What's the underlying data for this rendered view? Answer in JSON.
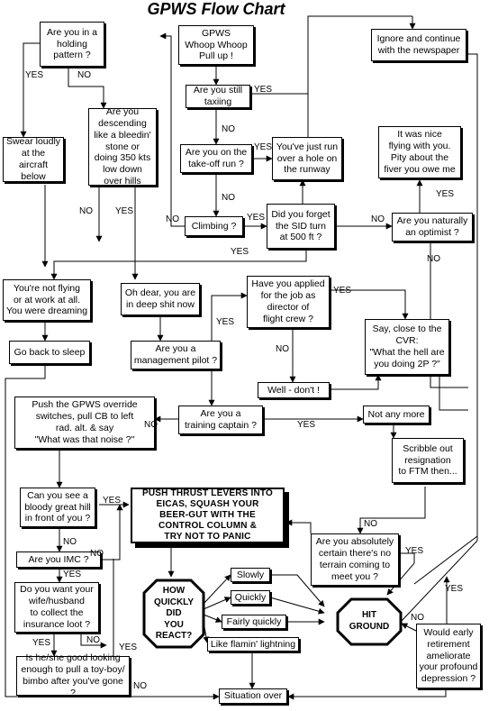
{
  "title": "GPWS Flow Chart",
  "nodes": {
    "holding": "Are you in a\nholding\npattern ?",
    "gpws": "GPWS\nWhoop Whoop\nPull up !",
    "ignore": "Ignore and continue\nwith the newspaper",
    "taxiing": "Are you still\ntaxiing",
    "descending": "Are you\ndescending\nlike a bleedin'\nstone or\ndoing 350 kts\nlow down\nover hills",
    "swear": "Swear loudly\nat the\naircraft below",
    "takeoff": "Are you on the\ntake-off run ?",
    "hole": "You've just run\nover a hole on\nthe runway",
    "nice": "It was nice\nflying with you.\nPity about the\nfiver you owe me",
    "climbing": "Climbing ?",
    "sid": "Did you forget\nthe SID turn\nat 500 ft ?",
    "optimist": "Are you naturally\nan optimist ?",
    "notflying": "You're not flying\nor at work at all.\nYou were dreaming",
    "deepshit": "Oh dear, you are\nin deep shit now",
    "applied": "Have you applied\nfor the job as\ndirector of\nflight crew ?",
    "cvr": "Say, close to the\nCVR:\n\"What the hell are\nyou doing 2P ?\"",
    "sleep": "Go back to sleep",
    "mgmt": "Are you a\nmanagement pilot ?",
    "dont": "Well - don't !",
    "override": "Push the GPWS override\nswitches, pull CB to left\nrad. alt. & say\n\"What was that noise ?\"",
    "training": "Are you a\ntraining captain ?",
    "notany": "Not any more",
    "scribble": "Scribble out\nresignation\nto FTM then...",
    "hill": "Can you see a\nbloody great hill\nin front of you ?",
    "push": "PUSH THRUST LEVERS INTO\nEICAS, SQUASH YOUR\nBEER-GUT WITH THE\nCONTROL COLUMN &\nTRY NOT TO PANIC",
    "imc": "Are you IMC ?",
    "certain": "Are you absolutely\ncertain there's no\nterrain coming to\nmeet you ?",
    "slowly": "Slowly",
    "quickly": "Quickly",
    "fairly": "Fairly quickly",
    "flamin": "Like flamin' lightning",
    "wife": "Do you want your\nwife/husband\nto collect the\ninsurance loot ?",
    "hq": "HOW\nQUICKLY\nDID\nYOU\nREACT?",
    "hit": "HIT\nGROUND",
    "early": "Would early\nretirement\nameliorate\nyour profound\ndepression ?",
    "toyboy": "Is he/she good looking\nenough to pull a toy-boy/\nbimbo after you've gone ?",
    "over": "Situation over"
  },
  "labels": {
    "yes": "YES",
    "no": "NO"
  }
}
